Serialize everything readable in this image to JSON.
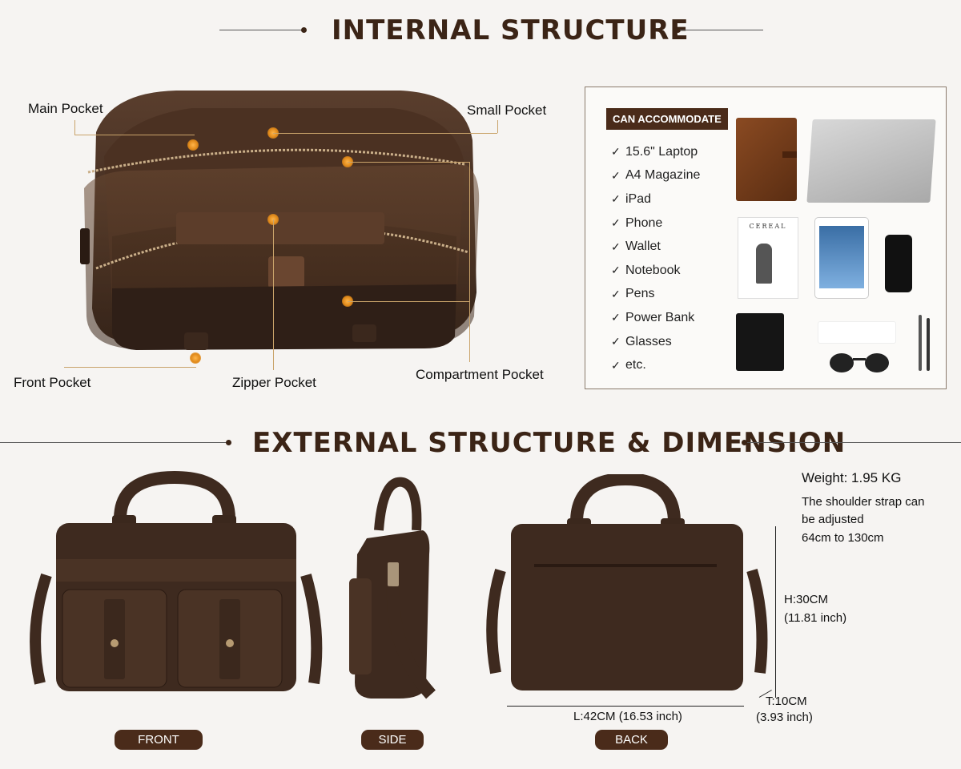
{
  "internal": {
    "title": "INTERNAL STRUCTURE",
    "labels": {
      "main_pocket": "Main Pocket",
      "small_pocket": "Small Pocket",
      "front_pocket": "Front Pocket",
      "zipper_pocket": "Zipper Pocket",
      "compartment_pocket": "Compartment Pocket"
    }
  },
  "accommodate": {
    "title": "CAN ACCOMMODATE",
    "items": [
      "15.6\" Laptop",
      "A4 Magazine",
      "iPad",
      "Phone",
      "Wallet",
      "Notebook",
      "Pens",
      "Power Bank",
      "Glasses",
      "etc."
    ],
    "magazine_text": "CEREAL"
  },
  "external": {
    "title": "EXTERNAL STRUCTURE & DIMENSION",
    "weight": "Weight: 1.95 KG",
    "strap_line1": "The shoulder strap can",
    "strap_line2": "be adjusted",
    "strap_line3": "64cm to 130cm",
    "height": "H:30CM",
    "height_inch": "(11.81 inch)",
    "length": "L:42CM (16.53 inch)",
    "thickness": "T:10CM",
    "thickness_inch": "(3.93 inch)",
    "views": {
      "front": "FRONT",
      "side": "SIDE",
      "back": "BACK"
    }
  },
  "colors": {
    "leather": "#3e2a1f",
    "accent": "#4a2b1a",
    "pin": "#e0891a"
  }
}
